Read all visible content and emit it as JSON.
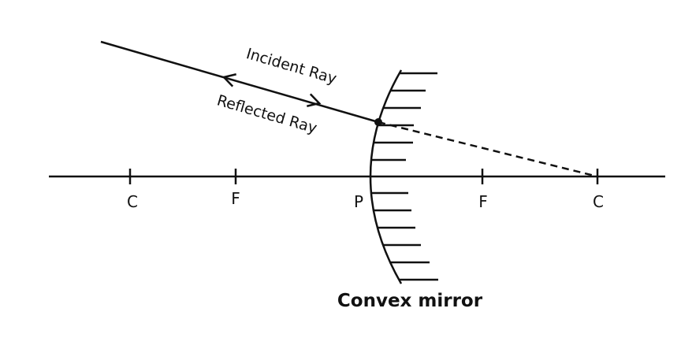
{
  "labels": {
    "incident_ray": "Incident Ray",
    "reflected_ray": "Reflected Ray",
    "mirror": "Convex mirror",
    "points": [
      "C",
      "F",
      "P",
      "F",
      "C"
    ]
  },
  "colors": {
    "stroke": "#111111",
    "background": "#ffffff"
  }
}
